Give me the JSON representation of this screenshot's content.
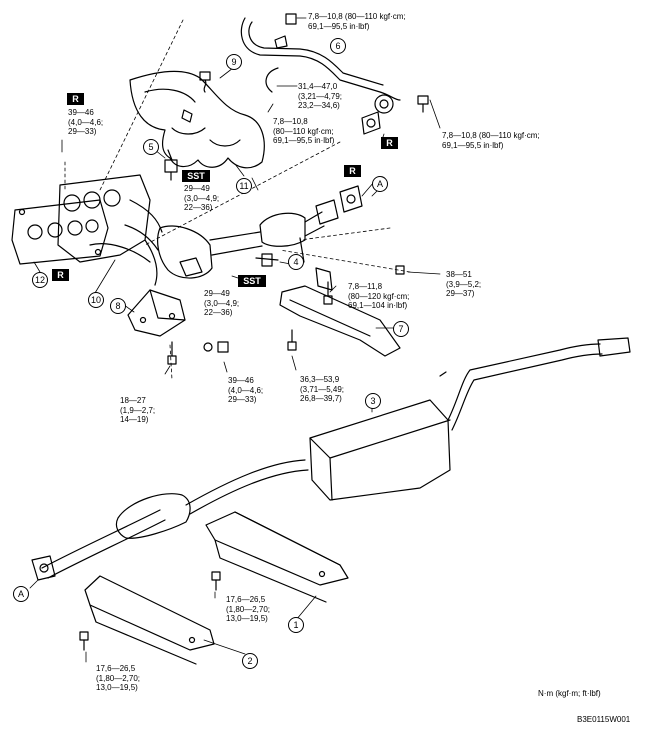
{
  "colors": {
    "line": "#000000",
    "background": "#ffffff",
    "badge": "#000000"
  },
  "badges": {
    "r": "R",
    "sst": "SST"
  },
  "callouts": {
    "c1": "1",
    "c2": "2",
    "c3": "3",
    "c4": "4",
    "c5": "5",
    "c6": "6",
    "c7": "7",
    "c8": "8",
    "c9": "9",
    "c10": "10",
    "c11": "11",
    "c12": "12",
    "a": "A"
  },
  "torques": {
    "t_top_pipe": "7,8—10,8 (80—110 kgf·cm;\n69,1—95,5 in·lbf)",
    "t_hose_fitting": "31,4—47,0\n(3,21—4,79;\n23,2—34,6)",
    "t_right_bracket": "7,8—10,8 (80—110 kgf·cm;\n69,1—95,5 in·lbf)",
    "t_manifold_nut": "39—46\n(4,0—4,6;\n29—33)",
    "t_insulator_bolt": "7,8—10,8\n(80—110 kgf·cm;\n69,1—95,5 in·lbf)",
    "t_sensor_front": "29—49\n(3,0—4,9;\n22—36)",
    "t_flange_nut": "38—51\n(3,9—5,2;\n29—37)",
    "t_insulator7_bolt": "7,8—11,8\n(80—120 kgf·cm;\n69,1—104 in·lbf)",
    "t_sensor_rear": "29—49\n(3,0—4,9;\n22—36)",
    "t_bracket8_bolt": "18—27\n(1,9—2,7;\n14—19)",
    "t_converter_nut": "39—46\n(4,0—4,6;\n29—33)",
    "t_support_bolt": "36,3—53,9\n(3,71—5,49;\n26,8—39,7)",
    "t_hanger1": "17,6—26,5\n(1,80—2,70;\n13,0—19,5)",
    "t_hanger2": "17,6—26,5\n(1,80—2,70;\n13,0—19,5)"
  },
  "units": "N·m (kgf·m; ft·lbf)",
  "figure_code": "B3E0115W001"
}
